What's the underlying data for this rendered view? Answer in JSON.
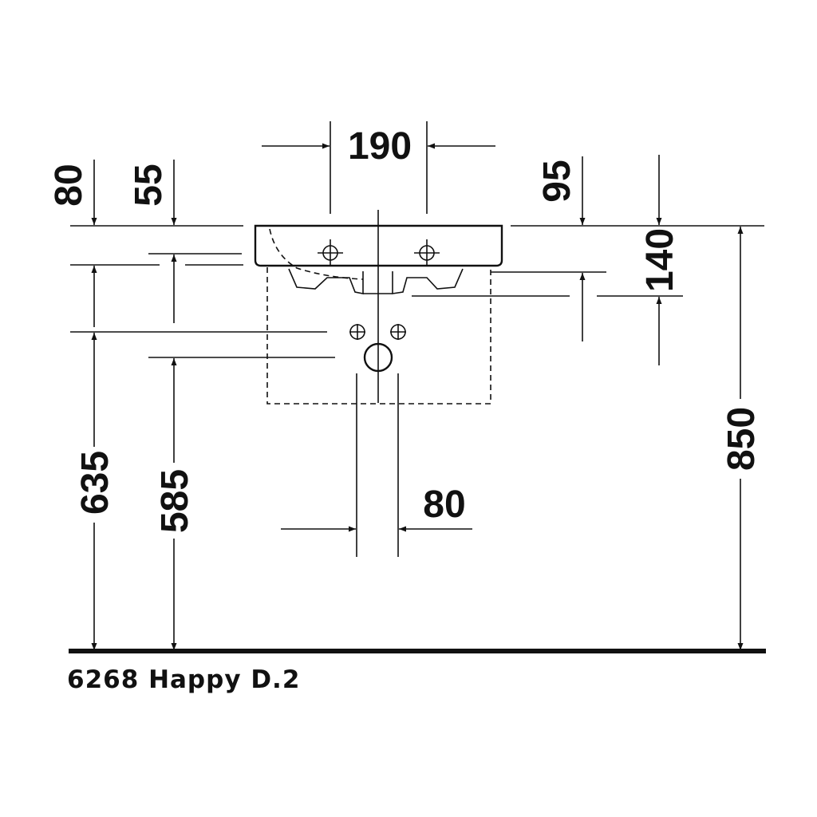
{
  "diagram": {
    "caption": "6268 Happy D.2",
    "dimensions": {
      "top_tap_spacing": "190",
      "left_outer_rim": "80",
      "left_inner_rim": "55",
      "right_rim_offset": "95",
      "right_overflow": "140",
      "total_height": "850",
      "left_outer_height": "635",
      "left_inner_height": "585",
      "drain_spacing": "80"
    }
  }
}
